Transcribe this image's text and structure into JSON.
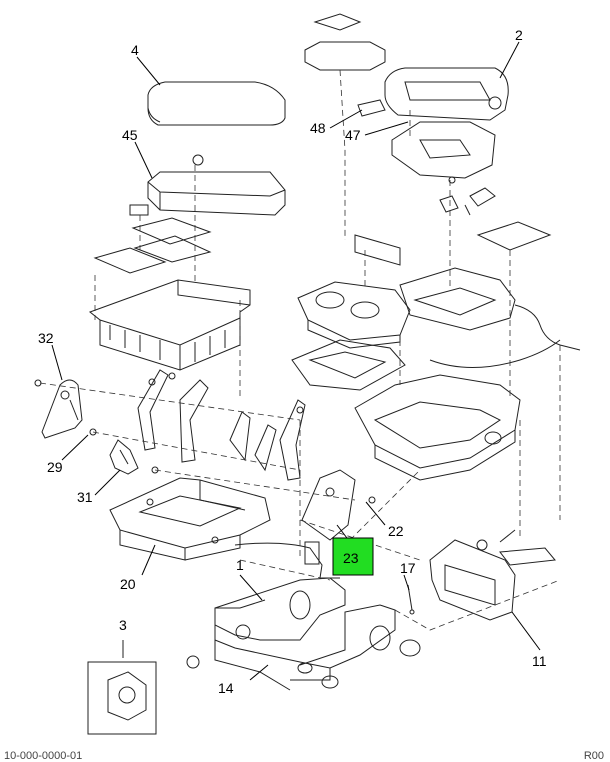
{
  "callouts": {
    "c4": "4",
    "c2": "2",
    "c45": "45",
    "c48": "48",
    "c47": "47",
    "c32": "32",
    "c29": "29",
    "c31": "31",
    "c22": "22",
    "c23": "23",
    "c20": "20",
    "c1": "1",
    "c17": "17",
    "c3": "3",
    "c14": "14",
    "c11": "11"
  },
  "highlight": {
    "label": "23",
    "color": "#22dd22"
  },
  "footer": {
    "left": "10-000-0000-01",
    "right": "R00"
  }
}
